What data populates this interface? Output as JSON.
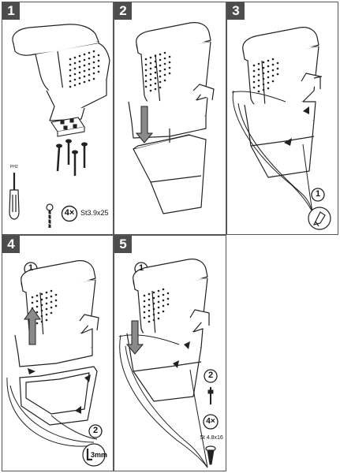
{
  "steps": [
    {
      "number": "1"
    },
    {
      "number": "2"
    },
    {
      "number": "3"
    },
    {
      "number": "4"
    },
    {
      "number": "5"
    }
  ],
  "step1": {
    "screwdriver_tip": "PH2",
    "quantity": "4×",
    "screw_spec": "St3.9x25"
  },
  "step3": {
    "substep": "1"
  },
  "step4": {
    "substep1": "1",
    "substep2": "2",
    "hex_key_size": "3mm"
  },
  "step5": {
    "substep1": "1",
    "substep2": "2",
    "quantity": "4×",
    "screw_spec": "St 4.8x16"
  },
  "icons": [
    "armrest-illustration",
    "screwdriver-icon",
    "screw-icon",
    "arrow-down-icon",
    "arrow-up-icon",
    "clip-tool-icon",
    "hex-key-icon"
  ],
  "colors": {
    "header_bg": "#4d4d4d",
    "arrow_fill": "#8a8a8a",
    "border": "#555555"
  }
}
